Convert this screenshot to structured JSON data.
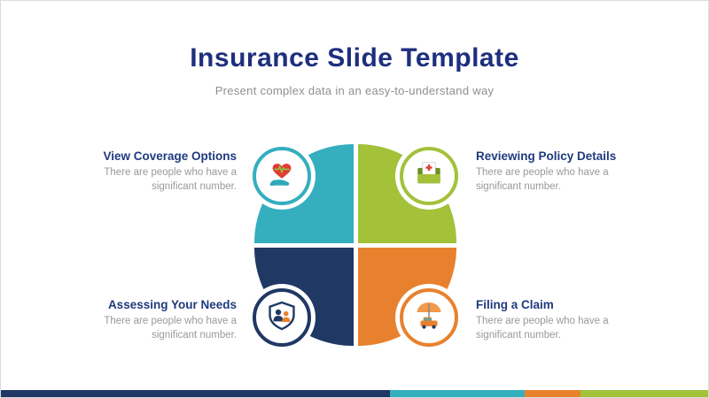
{
  "slide": {
    "title": "Insurance Slide Template",
    "subtitle": "Present complex data in an easy-to-understand way"
  },
  "items": [
    {
      "id": "view-coverage-options",
      "label": "View Coverage Options",
      "body": "There are people who have a significant number.",
      "color": "#35AEBE",
      "icon": "hand-heart-icon",
      "position": "top-left"
    },
    {
      "id": "reviewing-policy-details",
      "label": "Reviewing Policy Details",
      "body": "There are people who have a significant number.",
      "color": "#A3C139",
      "icon": "policy-folder-icon",
      "position": "top-right"
    },
    {
      "id": "assessing-your-needs",
      "label": "Assessing Your Needs",
      "body": "There are people who have a significant number.",
      "color": "#1F3864",
      "icon": "shield-people-icon",
      "position": "bottom-left"
    },
    {
      "id": "filing-a-claim",
      "label": "Filing a Claim",
      "body": "There are people who have a significant number.",
      "color": "#E8812E",
      "icon": "umbrella-car-icon",
      "position": "bottom-right"
    }
  ],
  "colors": {
    "title_navy": "#1E2F7D",
    "heading_navy": "#1F3A7D",
    "body_gray": "#999999",
    "quadrant_teal": "#35AEBE",
    "quadrant_green": "#A3C139",
    "quadrant_navy": "#1F3864",
    "quadrant_orange": "#E8812E"
  },
  "footer_segments": [
    {
      "color": "#1F3864",
      "width": "55%"
    },
    {
      "color": "#35AEBE",
      "width": "19%"
    },
    {
      "color": "#E8812E",
      "width": "8%"
    },
    {
      "color": "#A3C139",
      "width": "18%"
    }
  ]
}
